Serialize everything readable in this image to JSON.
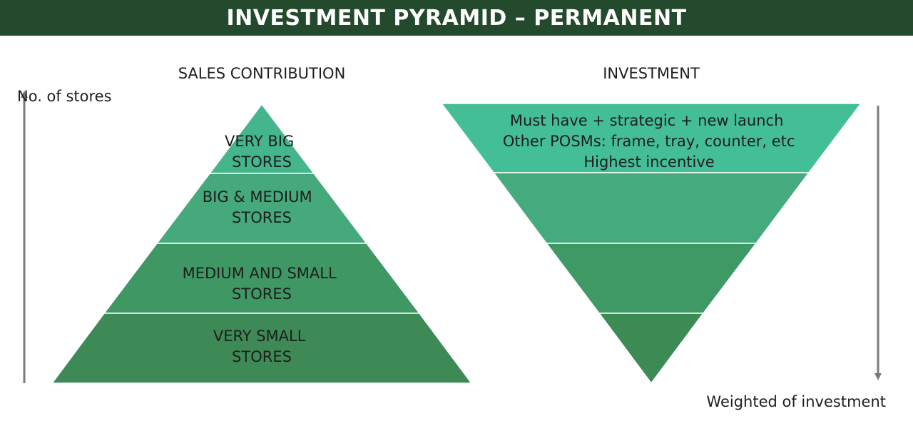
{
  "title": "INVESTMENT PYRAMID – PERMANENT",
  "left": {
    "heading": "SALES CONTRIBUTION",
    "axis_label": "No. of stores",
    "layers": [
      {
        "line1": "VERY BIG",
        "line2": "STORES",
        "color": "#45b68c"
      },
      {
        "line1": "BIG & MEDIUM",
        "line2": "STORES",
        "color": "#45a97c"
      },
      {
        "line1": "MEDIUM AND SMALL",
        "line2": "STORES",
        "color": "#3f9764"
      },
      {
        "line1": "VERY SMALL",
        "line2": "STORES",
        "color": "#3e8a56"
      }
    ]
  },
  "right": {
    "heading": "INVESTMENT",
    "axis_label": "Weighted of investment",
    "layers": [
      {
        "lines": [
          "Must have + strategic + new launch",
          "Other POSMs: frame, tray, counter, etc",
          "Highest incentive"
        ],
        "color": "#43be97"
      },
      {
        "lines": [],
        "color": "#46aa7f"
      },
      {
        "lines": [],
        "color": "#3f9964"
      },
      {
        "lines": [],
        "color": "#3c8b55"
      }
    ]
  },
  "colors": {
    "title_bar": "#234a2c",
    "arrow": "#7a7a7a"
  }
}
